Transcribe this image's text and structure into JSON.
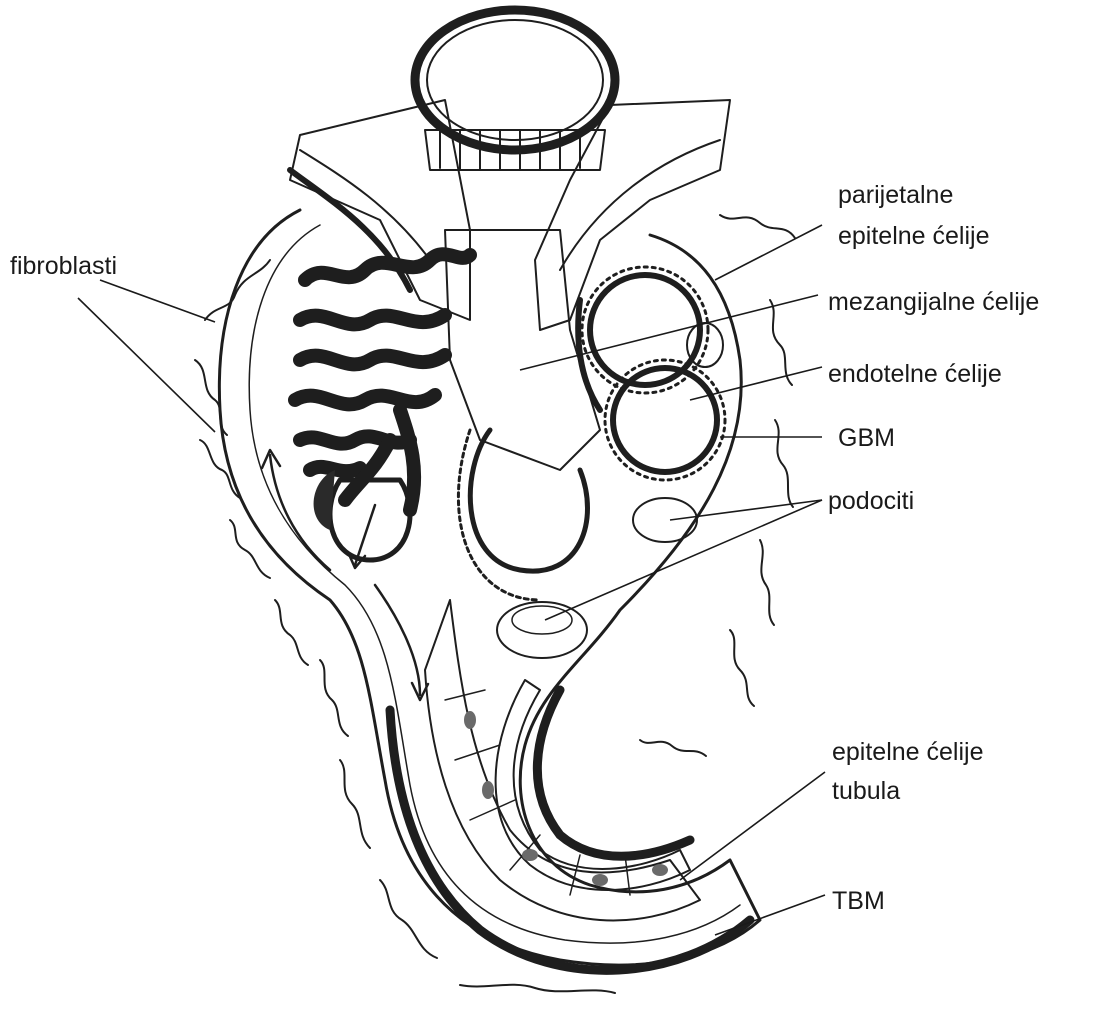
{
  "labels": {
    "fibroblasti": "fibroblasti",
    "parietal_line1": "parijetalne",
    "parietal_line2": "epitelne ćelije",
    "mesangial": "mezangijalne ćelije",
    "endothelial": "endotelne ćelije",
    "gbm": "GBM",
    "podocytes": "podociti",
    "tubular_line1": "epitelne ćelije",
    "tubular_line2": "tubula",
    "tbm": "TBM"
  },
  "colors": {
    "ink": "#1e1e1e",
    "capsule_fill": "#f3f3f3",
    "tubule_cell": "#c9c9c9",
    "podocyte": "#7a7a7a",
    "mesangium": "#d8d8d8"
  }
}
